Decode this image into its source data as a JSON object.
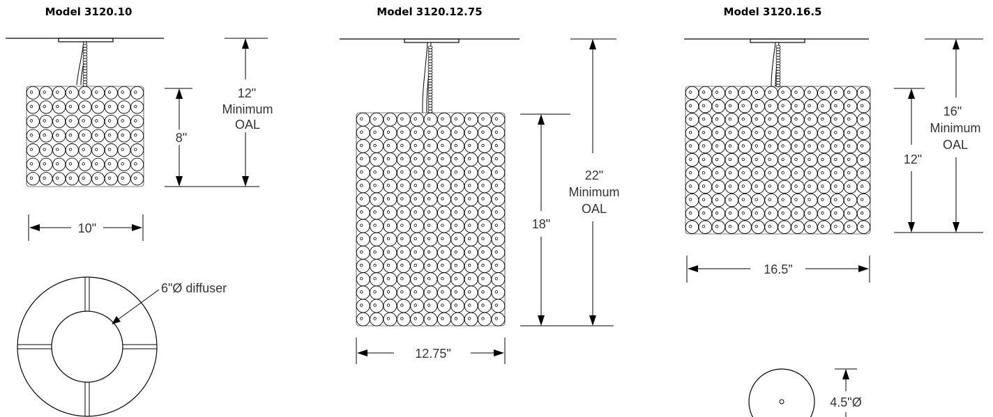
{
  "models": [
    {
      "title": "Model 3120.10",
      "height_label": "8\"",
      "oal_label": [
        "12\"",
        "Minimum",
        "OAL"
      ],
      "width_label": "10\"",
      "diffuser_label": "6\"Ø diffuser",
      "scale_cols": 9,
      "scale_rows": 7
    },
    {
      "title": "Model 3120.12.75",
      "height_label": "18\"",
      "oal_label": [
        "22\"",
        "Minimum",
        "OAL"
      ],
      "width_label": "12.75\"",
      "scale_cols": 11,
      "scale_rows": 16
    },
    {
      "title": "Model 3120.16.5",
      "height_label": "12\"",
      "oal_label": [
        "16\"",
        "Minimum",
        "OAL"
      ],
      "width_label": "16.5\"",
      "canopy_label": "4.5\"Ø",
      "scale_cols": 14,
      "scale_rows": 11
    }
  ]
}
